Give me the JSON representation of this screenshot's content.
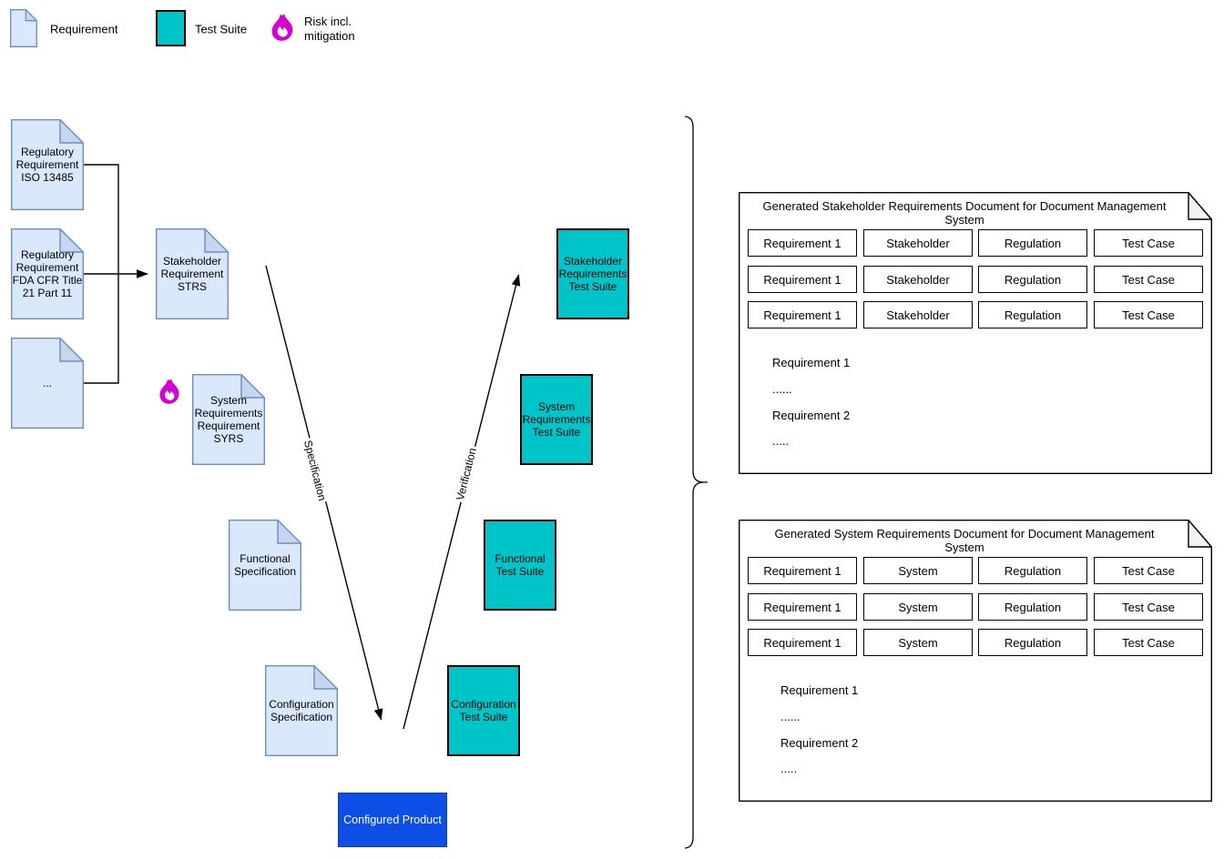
{
  "legend": {
    "requirement": "Requirement",
    "test_suite": "Test Suite",
    "risk": "Risk incl.\nmitigation"
  },
  "diagram": {
    "doc_regulatory_iso": "Regulatory\nRequirement\nISO 13485",
    "doc_regulatory_fda": "Regulatory\nRequirement\nFDA CFR Title\n21 Part 11",
    "doc_ellipsis": "...",
    "doc_stakeholder": "Stakeholder\nRequirement\nSTRS",
    "doc_system": "System\nRequirements\nRequirement\nSYRS",
    "doc_functional": "Functional\nSpecification",
    "doc_configuration": "Configuration\nSpecification",
    "ts_stakeholder": "Stakeholder\nRequirements\nTest Suite",
    "ts_system": "System\nRequirements\nTest Suite",
    "ts_functional": "Functional\nTest Suite",
    "ts_configuration": "Configuration\nTest Suite",
    "configured_product": "Configured Product",
    "edge_specification": "Specification",
    "edge_verification": "Verification"
  },
  "panels": {
    "stakeholder": {
      "title": "Generated Stakeholder Requirements Document for Document Management System",
      "rows": [
        [
          "Requirement 1",
          "Stakeholder",
          "Regulation",
          "Test Case"
        ],
        [
          "Requirement 1",
          "Stakeholder",
          "Regulation",
          "Test Case"
        ],
        [
          "Requirement 1",
          "Stakeholder",
          "Regulation",
          "Test Case"
        ]
      ],
      "notes": [
        "Requirement 1",
        "......",
        "Requirement 2",
        "....."
      ]
    },
    "system": {
      "title": "Generated System Requirements Document for Document Management System",
      "rows": [
        [
          "Requirement 1",
          "System",
          "Regulation",
          "Test Case"
        ],
        [
          "Requirement 1",
          "System",
          "Regulation",
          "Test Case"
        ],
        [
          "Requirement 1",
          "System",
          "Regulation",
          "Test Case"
        ]
      ],
      "notes": [
        "Requirement 1",
        "......",
        "Requirement 2",
        "....."
      ]
    }
  },
  "colors": {
    "requirement_fill": "#dae8fc",
    "requirement_stroke": "#6c8ebf",
    "requirement_fold": "#c6d6f0",
    "test_suite_fill": "#00c5c8",
    "product_fill": "#0d4fe6",
    "risk_magenta": "#d400d4",
    "panel_fold": "#f2f2f2",
    "line": "#000000"
  }
}
